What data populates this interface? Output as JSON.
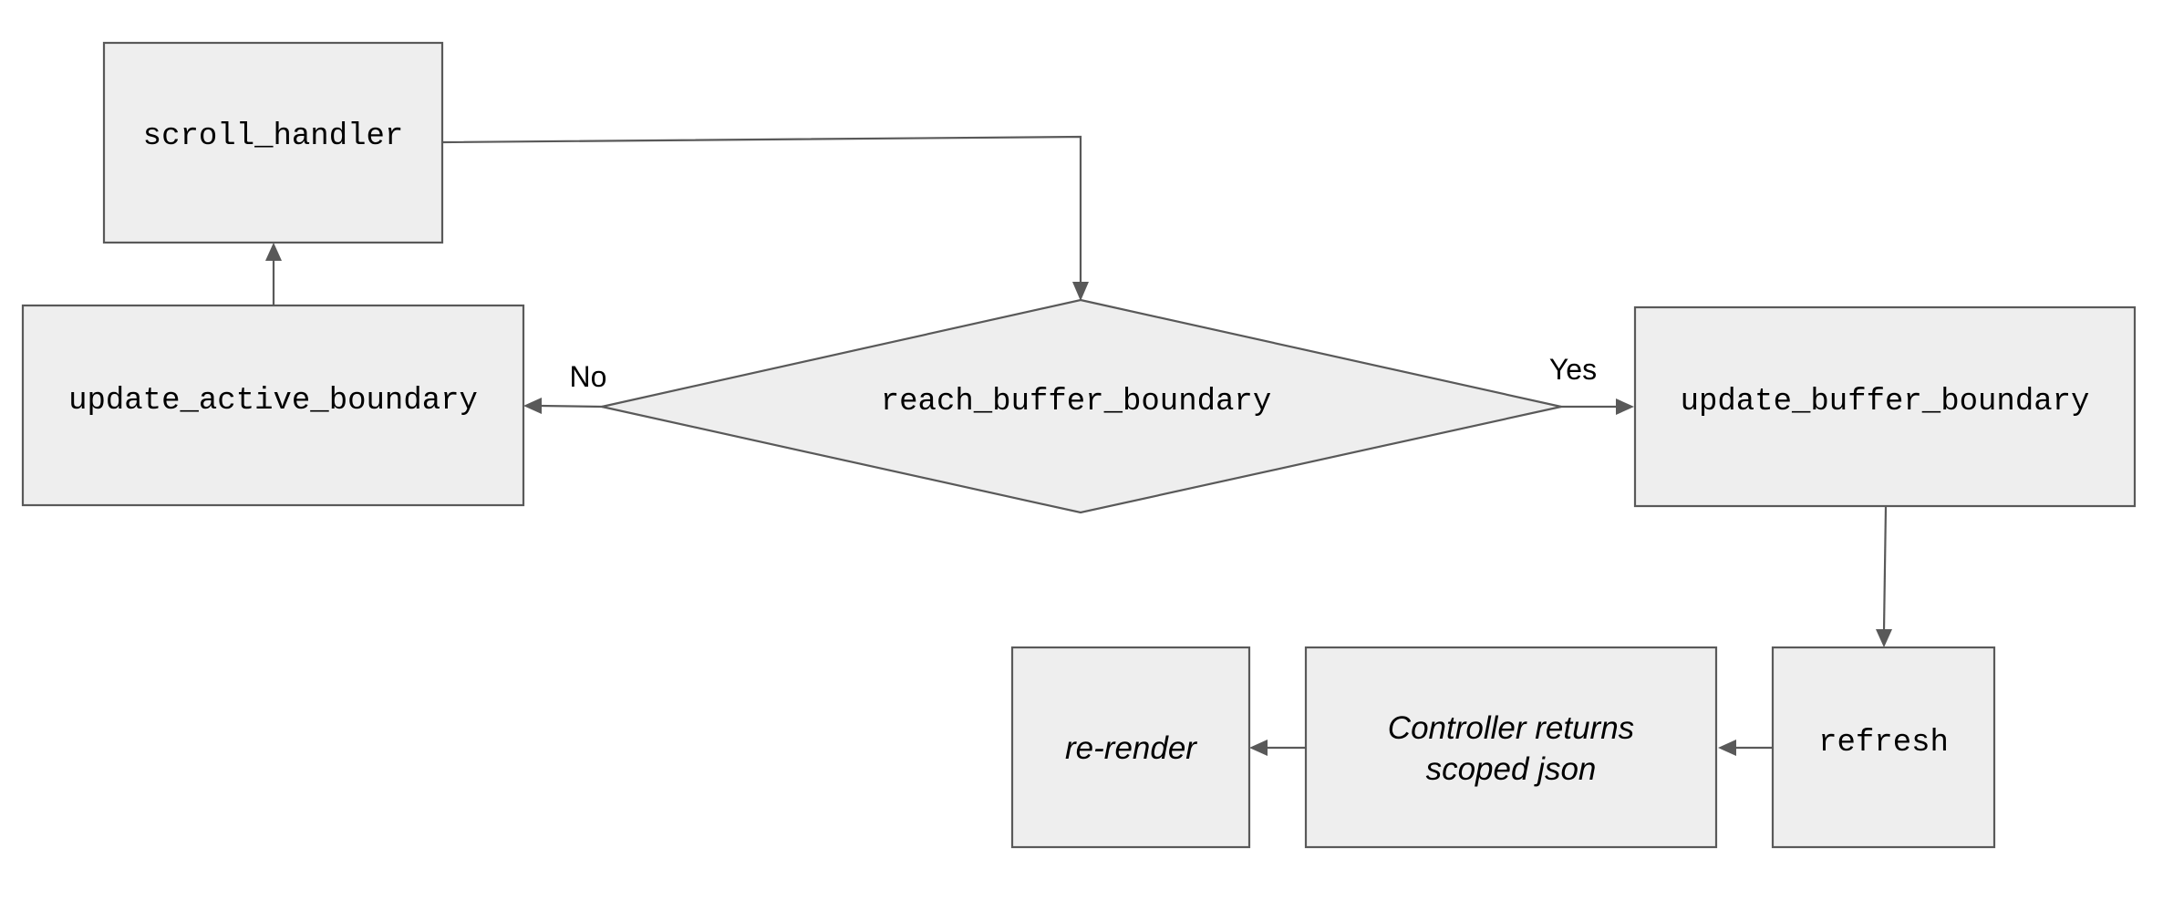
{
  "diagram": {
    "nodes": {
      "scroll_handler": {
        "label": "scroll_handler"
      },
      "update_active_boundary": {
        "label": "update_active_boundary"
      },
      "reach_buffer_boundary": {
        "label": "reach_buffer_boundary"
      },
      "update_buffer_boundary": {
        "label": "update_buffer_boundary"
      },
      "refresh": {
        "label": "refresh"
      },
      "controller": {
        "line1": "Controller returns",
        "line2": "scoped json"
      },
      "rerender": {
        "label": "re-render"
      }
    },
    "edges": {
      "no_label": "No",
      "yes_label": "Yes"
    }
  }
}
